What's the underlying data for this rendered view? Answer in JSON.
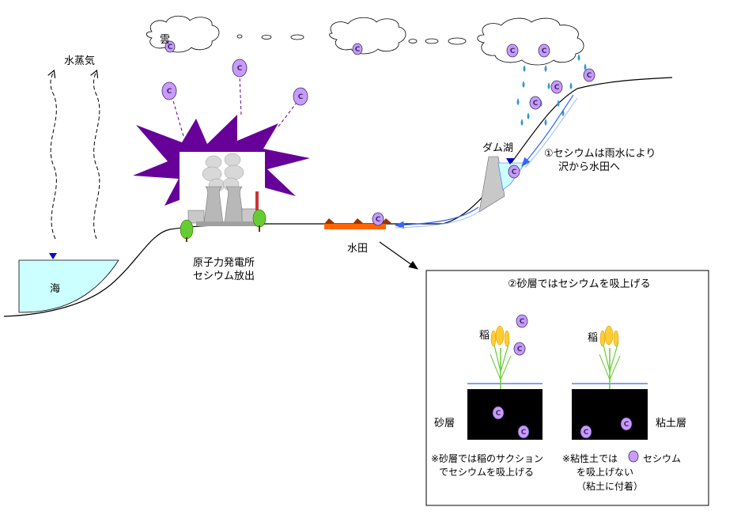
{
  "labels": {
    "cloud": "雲",
    "water_vapor": "水蒸気",
    "sea": "海",
    "plant_line1": "原子力発電所",
    "plant_line2": "セシウム放出",
    "paddy": "水田",
    "dam_lake": "ダム湖",
    "note1_line1": "①セシウムは雨水により",
    "note1_line2": "沢から水田へ",
    "inset_title": "②砂層ではセシウムを吸上げる",
    "rice_left": "稲",
    "rice_right": "稲",
    "sand_layer": "砂層",
    "clay_layer": "粘土層",
    "note_sand_line1": "※砂層では稲のサクション",
    "note_sand_line2": "でセシウムを吸上げる",
    "note_clay_line1": "※粘性土では",
    "note_clay_line1b": "セシウム",
    "note_clay_line2": "を吸上げない",
    "note_clay_line3": "（粘土に付着）",
    "cesium_symbol": "C"
  },
  "colors": {
    "cesium_fill": "#cc99ff",
    "explosion": "#660099",
    "sea": "#ccffff",
    "rain": "#3399cc",
    "paddy": "#ff6600",
    "soil": "#000000",
    "stream": "#3366ff",
    "marker": "#0000cc"
  }
}
